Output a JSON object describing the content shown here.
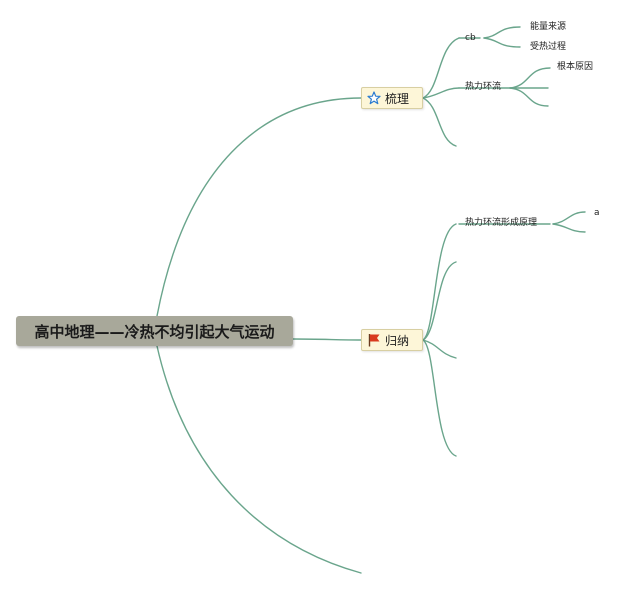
{
  "root": {
    "label": "高中地理——冷热不均引起大气运动"
  },
  "branches": [
    {
      "label": "梳理",
      "icon": "star-icon"
    },
    {
      "label": "归纳",
      "icon": "red-flag-icon"
    }
  ],
  "nodes": {
    "cb": "cb",
    "energy_source": "能量来源",
    "heating_process": "受热过程",
    "thermal_circulation": "热力环流",
    "root_cause": "根本原因",
    "thermal_circulation_principle": "热力环流形成原理",
    "a": "a"
  },
  "colors": {
    "line": "#6aa58c",
    "root_bg": "#a8a89a",
    "branch_bg": "#fdf6d8",
    "star": "#2b7bd0",
    "flag": "#d93a1e"
  }
}
